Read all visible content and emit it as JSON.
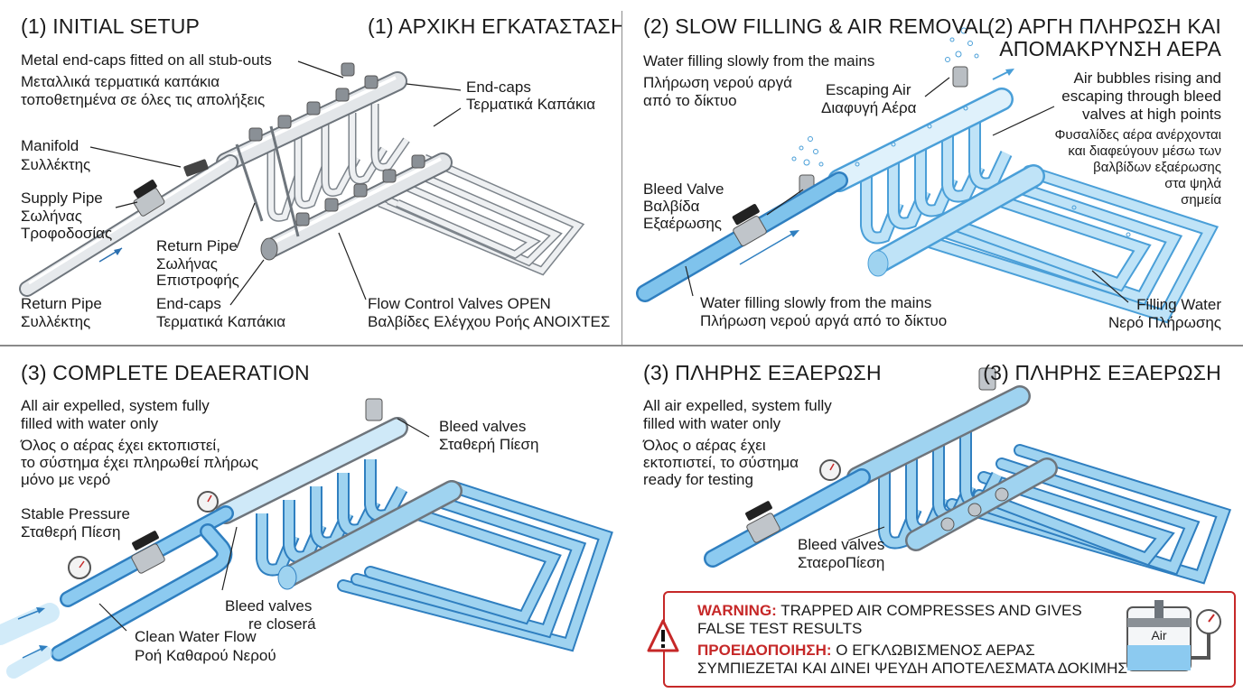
{
  "panel1": {
    "title_en": "(1) INITIAL SETUP",
    "title_gr": "(1) ΑΡΧΙΚΗ ΕΓΚΑΤΑΣΤΑΣΗ",
    "endcaps_note_en": "Metal end-caps fitted on all stub-outs",
    "endcaps_note_gr1": "Μεταλλικά τερματικά καπάκια",
    "endcaps_note_gr2": "τοποθετημένα σε όλες τις απολήξεις",
    "endcaps_top_en": "End-caps",
    "endcaps_top_gr": "Τερματικά Καπάκια",
    "manifold_en": "Manifold",
    "manifold_gr": "Συλλέκτης",
    "supply_en": "Supply Pipe",
    "supply_gr1": "Σωλήνας",
    "supply_gr2": "Τροφοδοσίας",
    "return_pipe_en": "Return Pipe",
    "return_pipe_gr1": "Σωλήνας",
    "return_pipe_gr2": "Επιστροφής",
    "return_bottom_en": "Return Pipe",
    "return_bottom_gr": "Συλλέκτης",
    "endcaps_bottom_en": "End-caps",
    "endcaps_bottom_gr": "Τερματικά Καπάκια",
    "valves_en": "Flow Control Valves OPEN",
    "valves_gr": "Βαλβίδες Ελέγχου Ροής ΑΝΟΙΧΤΕΣ"
  },
  "panel2": {
    "title_en": "(2) SLOW FILLING & AIR REMOVAL",
    "title_gr1": "(2) ΑΡΓΗ ΠΛΗΡΩΣΗ ΚΑΙ",
    "title_gr2": "ΑΠΟΜΑΚΡΥΝΣΗ ΑΕΡΑ",
    "filling_top_en": "Water filling slowly from the mains",
    "filling_top_gr1": "Πλήρωση νερού αργά",
    "filling_top_gr2": "από το δίκτυο",
    "escaping_en": "Escaping Air",
    "escaping_gr": "Διαφυγή Αέρα",
    "bubbles_en1": "Air bubbles rising and",
    "bubbles_en2": "escaping through bleed",
    "bubbles_en3": "valves at high points",
    "bubbles_gr1": "Φυσαλίδες αέρα ανέρχονται",
    "bubbles_gr2": "και διαφεύγουν μέσω των",
    "bubbles_gr3": "βαλβίδων εξαέρωσης",
    "bubbles_gr4": "στα ψηλά",
    "bubbles_gr5": "σημεία",
    "bleed_en": "Bleed Valve",
    "bleed_gr1": "Βαλβίδα",
    "bleed_gr2": "Εξαέρωσης",
    "filling_bottom_en": "Water filling slowly from the mains",
    "filling_bottom_gr": "Πλήρωση νερού αργά από το δίκτυο",
    "filling_water_en": "Filling Water",
    "filling_water_gr": "Νερό Πλήρωσης"
  },
  "panel3": {
    "title": "(3) COMPLETE DEAERATION",
    "expelled_en1": "All air expelled, system fully",
    "expelled_en2": "filled with water only",
    "expelled_gr1": "Όλος ο αέρας έχει εκτοπιστεί,",
    "expelled_gr2": "το σύστημα έχει πληρωθεί πλήρως",
    "expelled_gr3": "μόνο με νερό",
    "bleed_top_en": "Bleed valves",
    "bleed_top_gr": "Σταθερή Πίεση",
    "stable_en": "Stable Pressure",
    "stable_gr": "Σταθερή Πίεση",
    "bleed_bottom_en": "Bleed valves",
    "bleed_bottom_gr": "re closerá",
    "clean_en": "Clean Water Flow",
    "clean_gr": "Ροή Καθαρού Νερού"
  },
  "panel4": {
    "title_left": "(3) ΠΛΗΡΗΣ ΕΞΑΕΡΩΣΗ",
    "title_right": "(3) ΠΛΗΡΗΣ ΕΞΑΕΡΩΣΗ",
    "expelled_en1": "All air expelled, system fully",
    "expelled_en2": "filled with water only",
    "expelled_gr1": "Όλος ο αέρας έχει",
    "expelled_gr2": "εκτοπιστεί, το σύστημα",
    "expelled_gr3": "ready for testing",
    "bleed_en": "Bleed valves",
    "bleed_gr": "ΣταεροΠίεση",
    "warning_label_en": "WARNING:",
    "warning_text_en1": "TRAPPED AIR COMPRESSES AND GIVES",
    "warning_text_en2": "FALSE TEST RESULTS",
    "warning_label_gr": "ΠΡΟΕΙΔΟΠΟΙΗΣΗ:",
    "warning_text_gr1": "Ο ΕΓΚΛΩΒΙΣΜΕΝΟΣ ΑΕΡΑΣ",
    "warning_text_gr2": "ΣΥΜΠΙΕΖΕΤΑΙ ΚΑΙ ΔΙΝΕΙ ΨΕΥΔΗ ΑΠΟΤΕΛΕΣΜΑΤΑ ΔΟΚΙΜΗΣ",
    "air_label": "Air"
  },
  "colors": {
    "water": "#9fd3f0",
    "water_dark": "#4a9fd8",
    "metal": "#d9dde1",
    "metal_dark": "#7d848b",
    "warning": "#c62828",
    "divider": "#8a8a8a"
  }
}
